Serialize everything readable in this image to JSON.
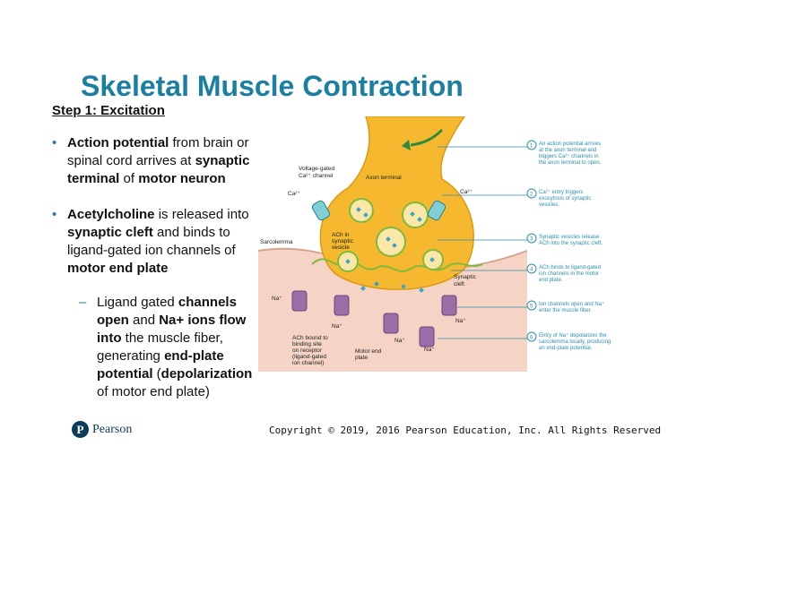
{
  "slide": {
    "title": "Skeletal Muscle Contraction",
    "subtitle": "Step 1: Excitation",
    "bullet1": {
      "b1": "Action potential",
      "t1": " from brain or spinal cord arrives at ",
      "b2": "synaptic terminal",
      "t2": " of ",
      "b3": "motor neuron"
    },
    "bullet2": {
      "b1": "Acetylcholine",
      "t1": " is released into ",
      "b2": "synaptic cleft",
      "t2": " and binds to ligand-gated ion channels of ",
      "b3": "motor end plate"
    },
    "sub": {
      "t0": "Ligand gated ",
      "b1": "channels open",
      "t1": " and ",
      "b2": "Na+ ions flow into",
      "t2": " the muscle fiber, generating ",
      "b3": "end-plate potential",
      "t3": " (",
      "b4": "depolarization",
      "t4": " of motor end plate)"
    },
    "copyright": "Copyright © 2019, 2016 Pearson Education, Inc. All Rights Reserved",
    "logo": {
      "mark": "P",
      "word": "Pearson"
    }
  },
  "figure": {
    "labels": {
      "vgate": "Voltage-gated",
      "vgate2": "Ca²⁺ channel",
      "axon": "Axon terminal",
      "ca_left": "Ca²⁺",
      "ca_right": "Ca²⁺",
      "sarcolemma": "Sarcolemma",
      "ach_vesicle1": "ACh in",
      "ach_vesicle2": "synaptic",
      "ach_vesicle3": "vesicle",
      "cleft1": "Synaptic",
      "cleft2": "cleft",
      "na_1": "Na⁺",
      "na_2": "Na⁺",
      "na_3": "Na⁺",
      "na_4": "Na⁺",
      "na_5": "Na⁺",
      "bound1": "ACh bound to",
      "bound2": "binding site",
      "bound3": "on receptor",
      "bound4": "(ligand-gated",
      "bound5": "ion channel)",
      "mep1": "Motor end",
      "mep2": "plate"
    },
    "steps": [
      {
        "n": "1",
        "lines": [
          "An action potential arrives",
          "at the axon terminal and",
          "triggers Ca²⁺ channels in",
          "the axon terminal to open."
        ]
      },
      {
        "n": "2",
        "lines": [
          "Ca²⁺ entry triggers",
          "exocytosis of synaptic",
          "vesicles."
        ]
      },
      {
        "n": "3",
        "lines": [
          "Synaptic vesicles release",
          "ACh into the synaptic cleft."
        ]
      },
      {
        "n": "4",
        "lines": [
          "ACh binds to ligand-gated",
          "ion channels in the motor",
          "end plate."
        ]
      },
      {
        "n": "5",
        "lines": [
          "Ion channels open and Na⁺",
          "enter the muscle fiber."
        ]
      },
      {
        "n": "6",
        "lines": [
          "Entry of Na⁺ depolarizes the",
          "sarcolemma locally, producing",
          "an end-plate potential."
        ]
      }
    ],
    "colors": {
      "axon": "#f5b82e",
      "muscle": "#f2c7b4",
      "teal": "#3aa6c4",
      "channel": "#9a6fa8"
    }
  }
}
